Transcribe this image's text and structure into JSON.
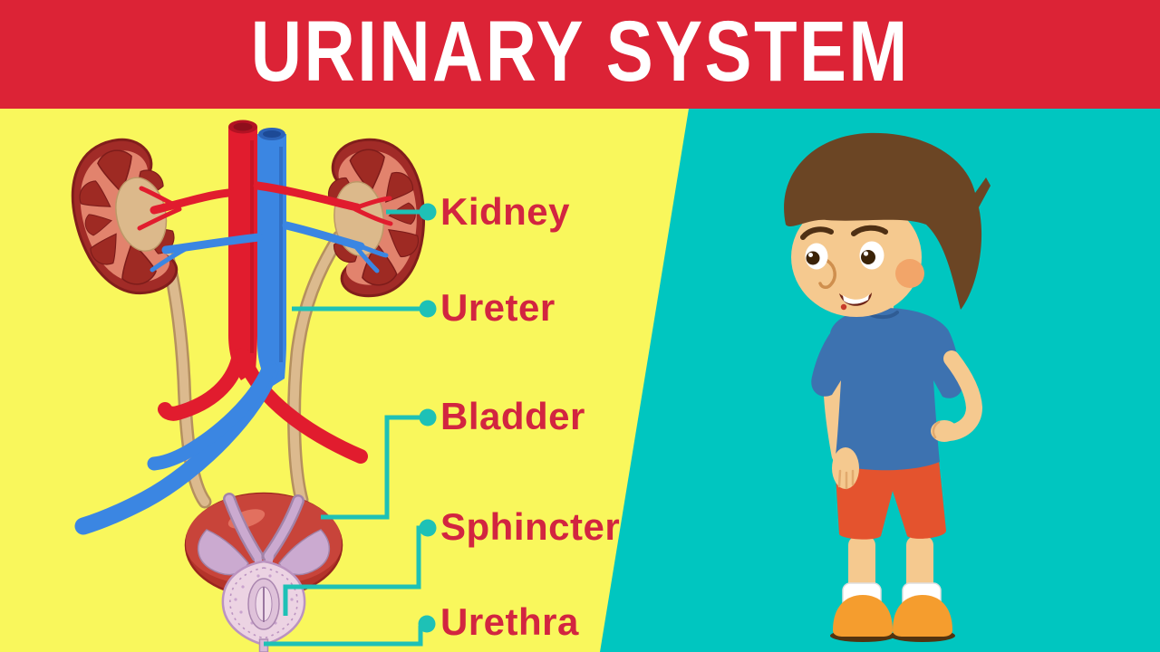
{
  "banner": {
    "title": "URINARY SYSTEM",
    "bg_color": "#dc2336",
    "text_color": "#ffffff"
  },
  "panels": {
    "left_bg": "#f9f75c",
    "right_bg": "#00c6c0"
  },
  "labels": [
    {
      "id": "kidney",
      "text": "Kidney"
    },
    {
      "id": "ureter",
      "text": "Ureter"
    },
    {
      "id": "bladder",
      "text": "Bladder"
    },
    {
      "id": "sphincter",
      "text": "Sphincter"
    },
    {
      "id": "urethra",
      "text": "Urethra"
    }
  ],
  "label_style": {
    "text_color": "#d22540",
    "leader_line_color": "#1ec1b6"
  },
  "illustrations": {
    "diagram": "urinary-system-anatomy",
    "figure": "cartoon-boy"
  }
}
